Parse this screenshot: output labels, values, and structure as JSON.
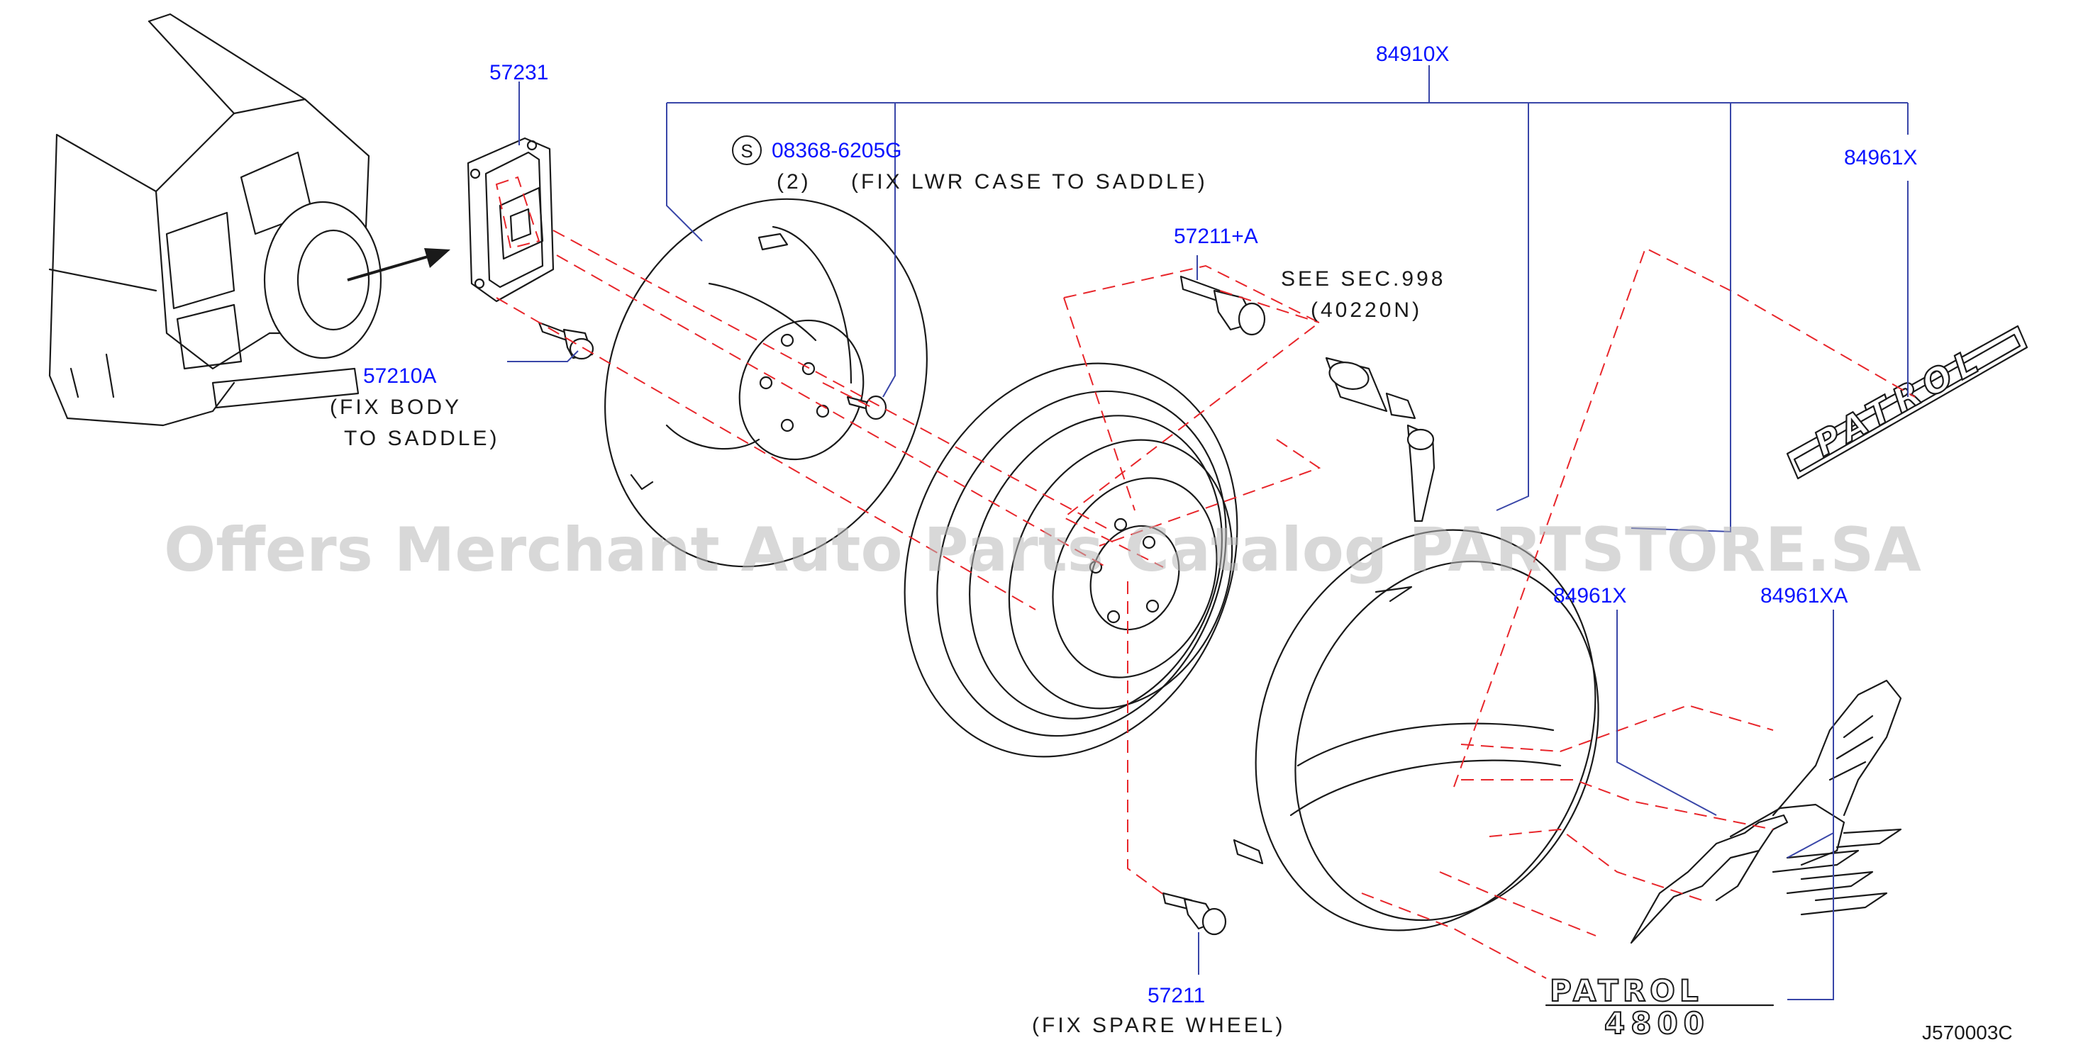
{
  "diagram": {
    "labels": {
      "p57231": "57231",
      "p57210A": "57210A",
      "fix_body_1": "(FIX  BODY",
      "fix_body_2": "TO  SADDLE)",
      "screw_symbol": "S",
      "p08368": "08368-6205G",
      "qty_2": "(2)",
      "fix_lwr": "(FIX  LWR  CASE  TO  SADDLE)",
      "p57211A": "57211+A",
      "see_sec": "SEE  SEC.998",
      "ref_40220N": "(40220N)",
      "p84910X": "84910X",
      "p84961X_top": "84961X",
      "p84961X_mid": "84961X",
      "p84961XA": "84961XA",
      "p57211": "57211",
      "fix_spare": "(FIX  SPARE  WHEEL)",
      "diagram_code": "J570003C"
    },
    "emblems": {
      "patrol_badge": "PATROL",
      "patrol_4800_line1": "PATROL",
      "patrol_4800_line2": "4800"
    },
    "watermark": "Offers Merchant Auto Parts Catalog PARTSTORE.SA"
  }
}
